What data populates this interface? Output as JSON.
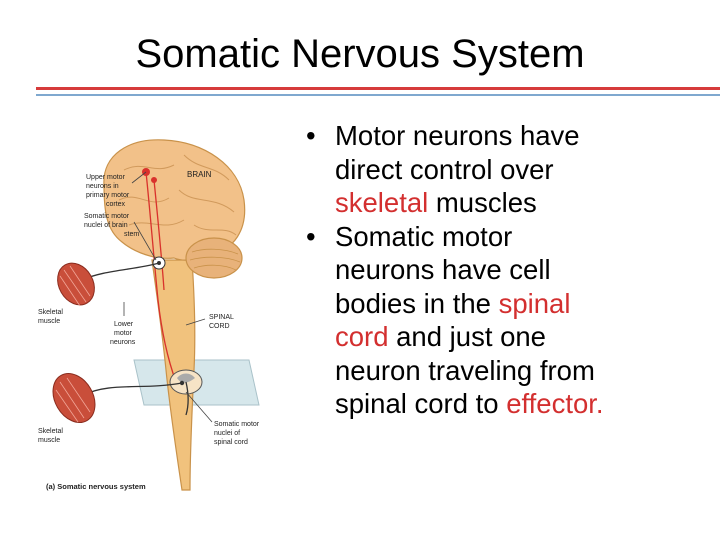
{
  "slide": {
    "title": "Somatic Nervous System",
    "rule_color_top": "#d63b3b",
    "rule_color_bottom": "#7fa8cf",
    "highlight_color": "#d32f2f"
  },
  "figure": {
    "labels": {
      "brain": "BRAIN",
      "upper_1": "Upper motor",
      "upper_2": "neurons in",
      "upper_3": "primary motor",
      "upper_4": "cortex",
      "somatic_1": "Somatic motor",
      "somatic_2": "nuclei of brain",
      "somatic_3": "stem",
      "skeletal_1a": "Skeletal",
      "skeletal_1b": "muscle",
      "lower_1": "Lower",
      "lower_2": "motor",
      "lower_3": "neurons",
      "spinal_1": "SPINAL",
      "spinal_2": "CORD",
      "skeletal_2a": "Skeletal",
      "skeletal_2b": "muscle",
      "nuclei_1": "Somatic motor",
      "nuclei_2": "nuclei of",
      "nuclei_3": "spinal cord",
      "caption": "(a) Somatic nervous system"
    }
  },
  "bullets": [
    {
      "marker": "•",
      "lines": [
        [
          {
            "text": "Motor neurons have",
            "hl": false
          }
        ],
        [
          {
            "text": "direct control over",
            "hl": false
          }
        ],
        [
          {
            "text": "skeletal",
            "hl": true
          },
          {
            "text": " muscles",
            "hl": false
          }
        ]
      ]
    },
    {
      "marker": "•",
      "lines": [
        [
          {
            "text": "Somatic motor",
            "hl": false
          }
        ],
        [
          {
            "text": "neurons have cell",
            "hl": false
          }
        ],
        [
          {
            "text": "bodies in the ",
            "hl": false
          },
          {
            "text": "spinal",
            "hl": true
          }
        ],
        [
          {
            "text": "cord",
            "hl": true
          },
          {
            "text": " and just one",
            "hl": false
          }
        ],
        [
          {
            "text": "neuron traveling from",
            "hl": false
          }
        ],
        [
          {
            "text": "spinal cord to ",
            "hl": false
          },
          {
            "text": "effector.",
            "hl": true
          }
        ]
      ]
    }
  ]
}
